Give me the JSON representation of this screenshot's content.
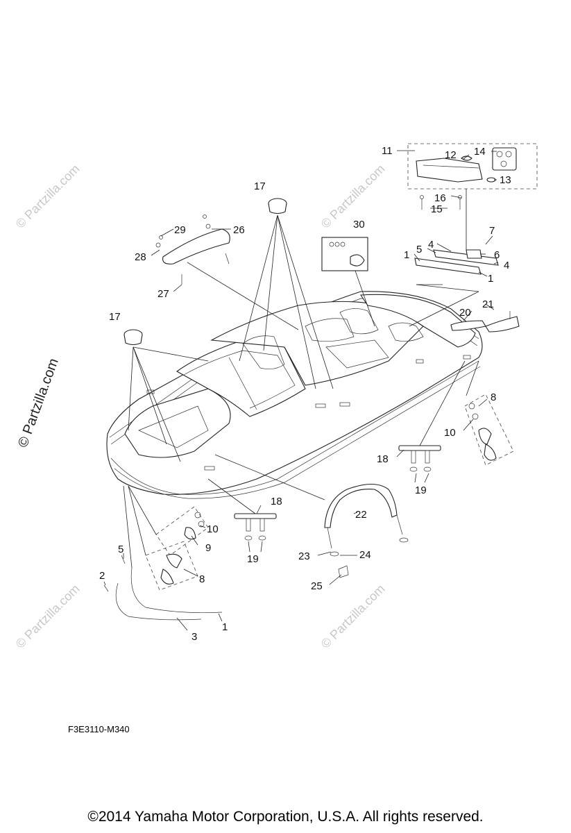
{
  "watermark": {
    "text": "© Partzilla.com",
    "side_text": "© Partzilla.com"
  },
  "drawing_code": "F3E3110-M340",
  "copyright": "©2014  Yamaha Motor Corporation, U.S.A. All rights reserved.",
  "callouts": {
    "c1_stern": "1",
    "c1_rail": "1",
    "c1_bottom": "1",
    "c2": "2",
    "c3": "3",
    "c4_left": "4",
    "c4_right": "4",
    "c5_top": "5",
    "c5_bottom": "5",
    "c6": "6",
    "c7": "7",
    "c8_right": "8",
    "c8_left": "8",
    "c9": "9",
    "c10_right": "10",
    "c10_left": "10",
    "c11": "11",
    "c12": "12",
    "c13": "13",
    "c14": "14",
    "c15": "15",
    "c16": "16",
    "c17_top": "17",
    "c17_left": "17",
    "c18_right": "18",
    "c18_left": "18",
    "c19_right": "19",
    "c19_left": "19",
    "c20": "20",
    "c21": "21",
    "c22": "22",
    "c23": "23",
    "c24": "24",
    "c25": "25",
    "c26": "26",
    "c27": "27",
    "c28": "28",
    "c29": "29",
    "c30": "30"
  }
}
